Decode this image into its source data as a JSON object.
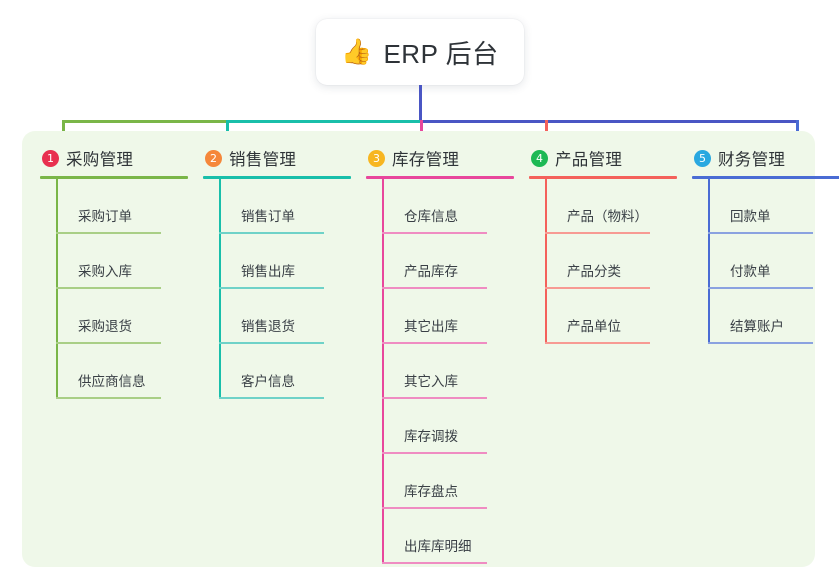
{
  "diagram": {
    "type": "mind-map",
    "background_color": "#ffffff",
    "panel_color": "#eff8e9",
    "root": {
      "icon": "thumbs-up-icon",
      "emoji": "👍",
      "label": "ERP 后台",
      "stem_color": "#4a56c4"
    },
    "branches": [
      {
        "number": "1",
        "label": "采购管理",
        "badge_color": "#e8304f",
        "line_color": "#7ab648",
        "leaf_line_color": "#a9cf86",
        "children": [
          "采购订单",
          "采购入库",
          "采购退货",
          "供应商信息"
        ]
      },
      {
        "number": "2",
        "label": "销售管理",
        "badge_color": "#f5873a",
        "line_color": "#19bfaa",
        "leaf_line_color": "#6fd2c8",
        "children": [
          "销售订单",
          "销售出库",
          "销售退货",
          "客户信息"
        ]
      },
      {
        "number": "3",
        "label": "库存管理",
        "badge_color": "#f7b621",
        "line_color": "#e8479c",
        "leaf_line_color": "#ef8cc2",
        "children": [
          "仓库信息",
          "产品库存",
          "其它出库",
          "其它入库",
          "库存调拨",
          "库存盘点",
          "出库库明细"
        ]
      },
      {
        "number": "4",
        "label": "产品管理",
        "badge_color": "#1db954",
        "line_color": "#f4615b",
        "leaf_line_color": "#f79a93",
        "children": [
          "产品（物料）",
          "产品分类",
          "产品单位"
        ]
      },
      {
        "number": "5",
        "label": "财务管理",
        "badge_color": "#29a8e0",
        "line_color": "#4a6cd4",
        "leaf_line_color": "#8ba2e0",
        "children": [
          "回款单",
          "付款单",
          "结算账户"
        ]
      }
    ],
    "connector_bar": {
      "segments": [
        {
          "color": "#7ab648"
        },
        {
          "color": "#19bfaa"
        },
        {
          "color": "#4a56c4"
        },
        {
          "color": "#4a56c4"
        }
      ]
    }
  }
}
